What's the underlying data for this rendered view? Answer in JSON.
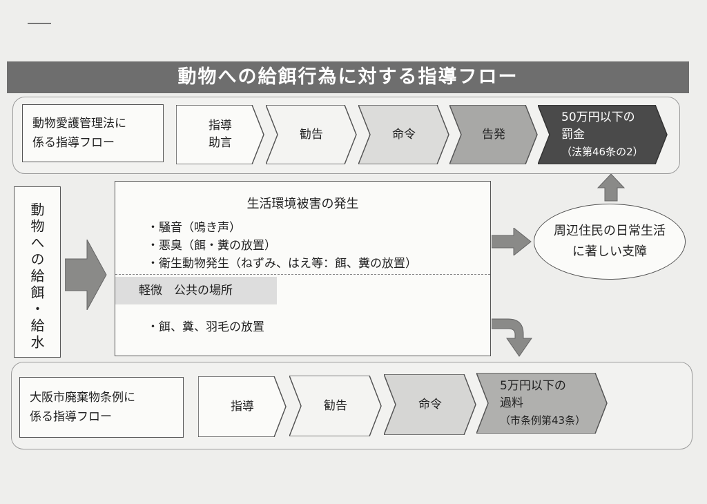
{
  "title": "動物への給餌行為に対する指導フロー",
  "top_flow": {
    "label_lines": [
      "動物愛護管理法に",
      "係る指導フロー"
    ],
    "steps": [
      {
        "lines": [
          "指導",
          "助言"
        ]
      },
      {
        "lines": [
          "勧告"
        ]
      },
      {
        "lines": [
          "命令"
        ]
      },
      {
        "lines": [
          "告発"
        ]
      },
      {
        "lines": [
          "50万円以下の",
          "罰金"
        ],
        "sub": "（法第46条の2）"
      }
    ]
  },
  "side_label": "動物への給餌・給水",
  "center": {
    "heading": "生活環境被害の発生",
    "items": [
      "・騒音（鳴き声）",
      "・悪臭（餌・糞の放置）",
      "・衛生動物発生（ねずみ、はえ等：餌、糞の放置）"
    ],
    "minor_heading": "軽微　公共の場所",
    "minor_items": [
      "・餌、糞、羽毛の放置"
    ]
  },
  "outcome_lines": [
    "周辺住民の日常生活",
    "に著しい支障"
  ],
  "bottom_flow": {
    "label_lines": [
      "大阪市廃棄物条例に",
      "係る指導フロー"
    ],
    "steps": [
      {
        "lines": [
          "指導"
        ]
      },
      {
        "lines": [
          "勧告"
        ]
      },
      {
        "lines": [
          "命令"
        ]
      },
      {
        "lines": [
          "5万円以下の",
          "過料"
        ],
        "sub": "（市条例第43条）"
      }
    ]
  }
}
